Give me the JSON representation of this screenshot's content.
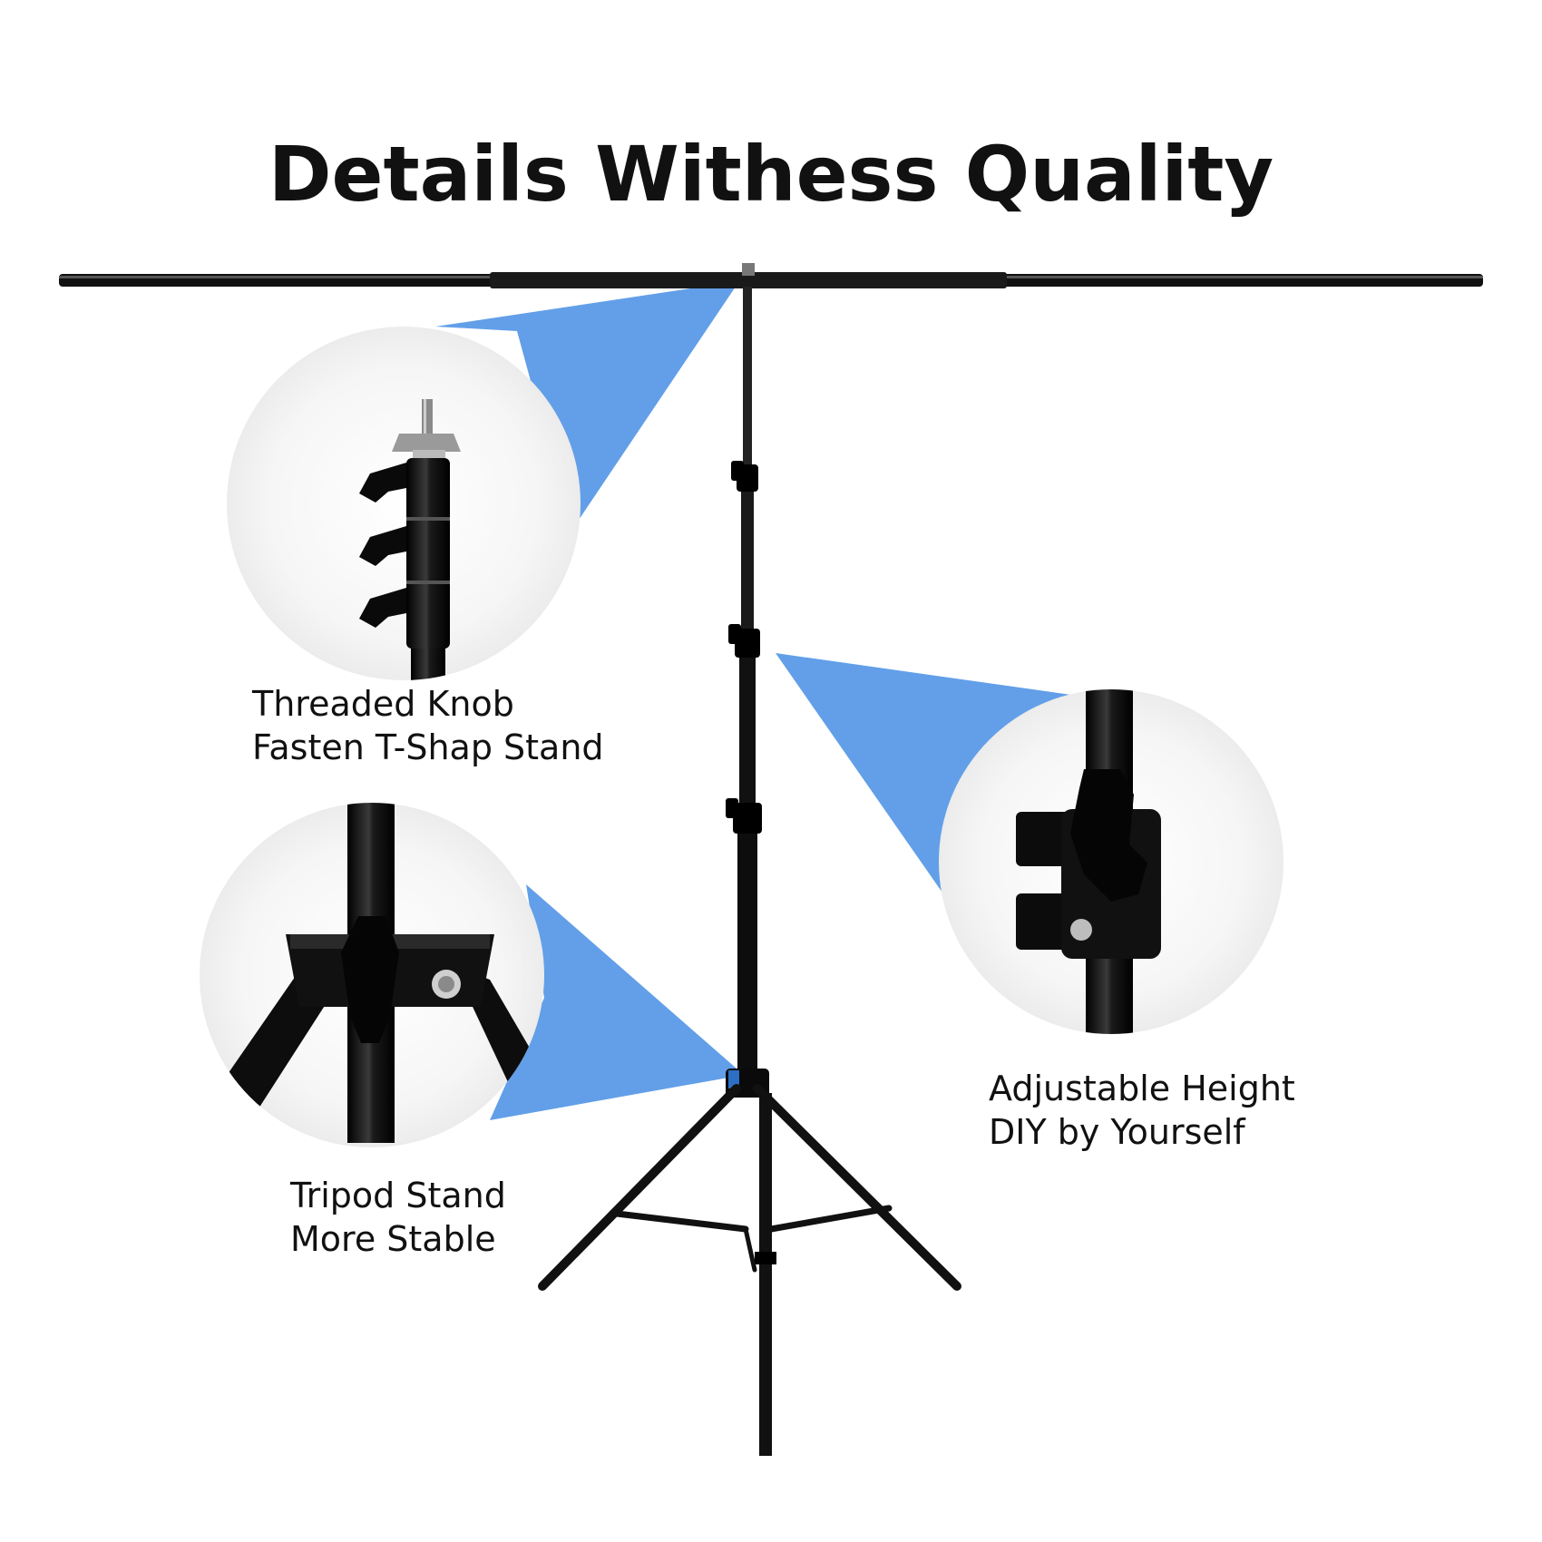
{
  "headline": "Details Withess Quality",
  "callouts": {
    "knob": {
      "line1": "Threaded Knob",
      "line2": "Fasten T-Shap Stand"
    },
    "tripod": {
      "line1": "Tripod Stand",
      "line2": "More Stable"
    },
    "height": {
      "line1": "Adjustable Height",
      "line2": "DIY by Yourself"
    }
  },
  "colors": {
    "pointer_blue": "#629fe8",
    "stand_black": "#111111",
    "bubble_bg": "#f2f2f2"
  }
}
